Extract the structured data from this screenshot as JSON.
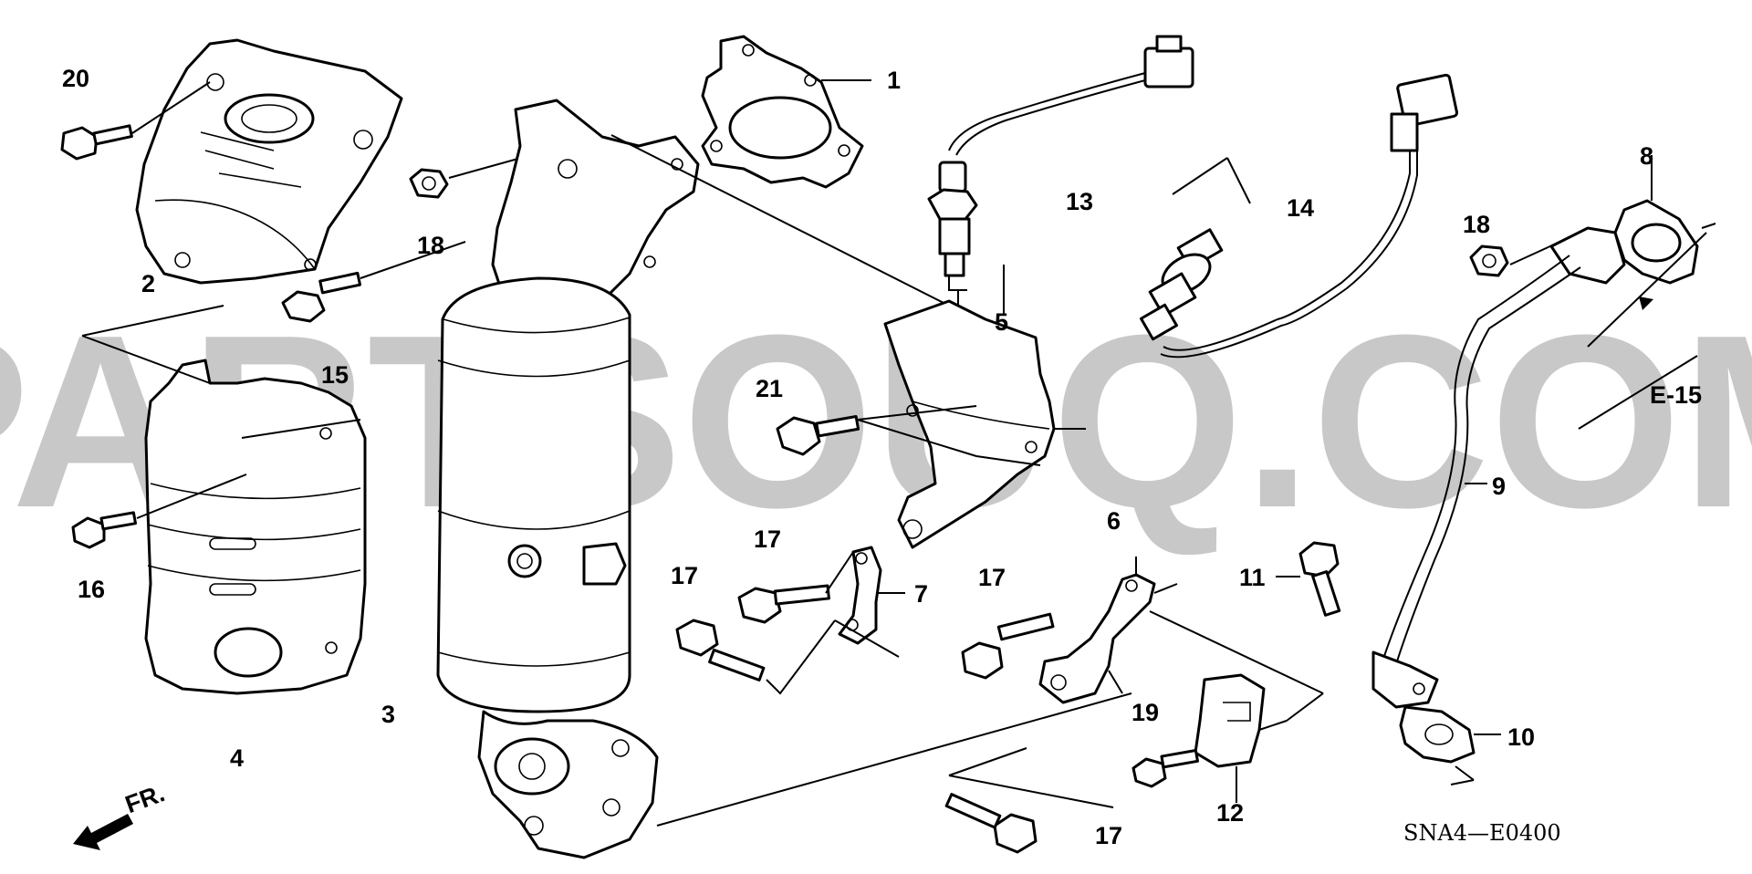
{
  "watermark": "PARTSOUQ.COM",
  "diagram_code": "SNA4—E0400",
  "direction_label": "FR.",
  "reference_label": "E-15",
  "callouts": {
    "c1": "1",
    "c2": "2",
    "c3": "3",
    "c4": "4",
    "c5": "5",
    "c6": "6",
    "c7": "7",
    "c8": "8",
    "c9": "9",
    "c10": "10",
    "c11": "11",
    "c12": "12",
    "c13": "13",
    "c14": "14",
    "c15": "15",
    "c16": "16",
    "c17a": "17",
    "c17b": "17",
    "c17c": "17",
    "c17d": "17",
    "c18a": "18",
    "c18b": "18",
    "c19": "19",
    "c20": "20",
    "c21": "21"
  }
}
